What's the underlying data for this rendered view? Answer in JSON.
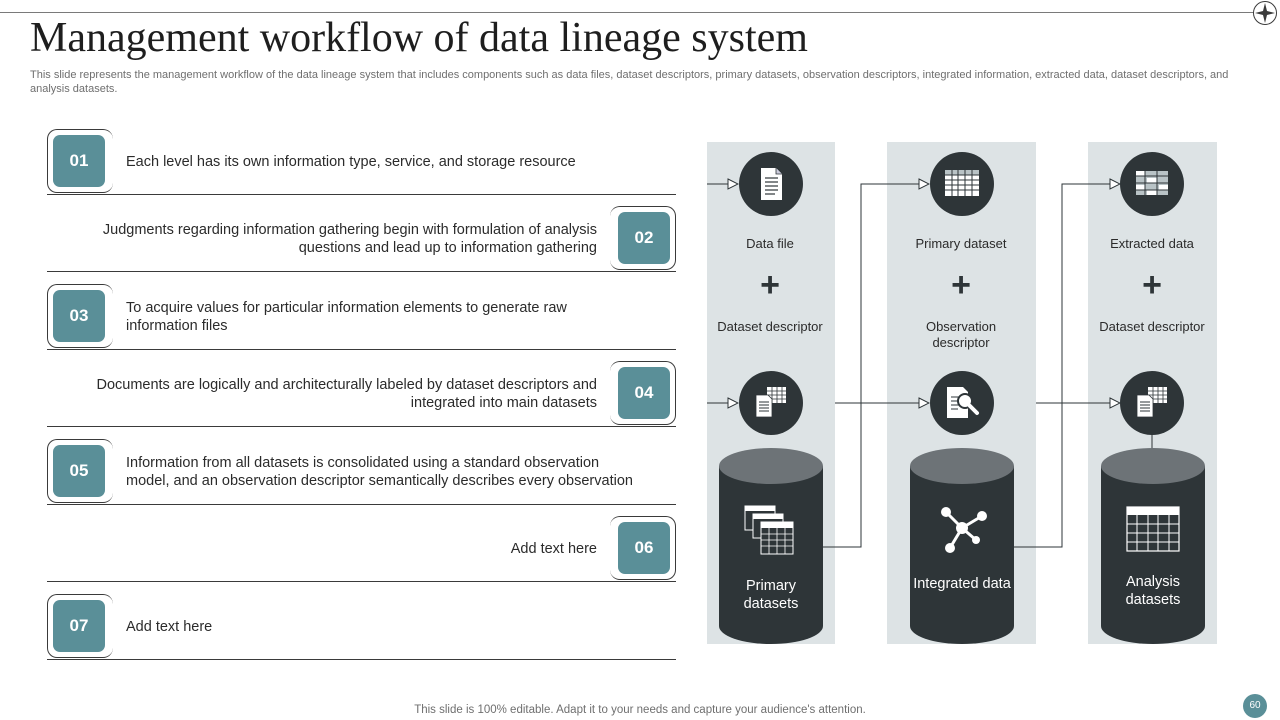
{
  "title": "Management workflow of data lineage system",
  "subtitle": "This slide represents the management workflow of the data lineage system that includes components such as data files, dataset descriptors, primary datasets, observation descriptors, integrated information, extracted data, dataset descriptors, and analysis datasets.",
  "steps": [
    {
      "num": "01",
      "text": "Each level has its own information type, service, and storage resource"
    },
    {
      "num": "02",
      "text": "Judgments regarding information gathering begin with formulation of analysis questions and lead up to information gathering"
    },
    {
      "num": "03",
      "text": "To acquire values for particular information elements to generate raw information files"
    },
    {
      "num": "04",
      "text": "Documents are logically and architecturally labeled by dataset descriptors and integrated into main datasets"
    },
    {
      "num": "05",
      "text": "Information from all datasets is consolidated using a standard observation model, and an observation descriptor semantically describes every observation"
    },
    {
      "num": "06",
      "text": "Add text here"
    },
    {
      "num": "07",
      "text": "Add text here"
    }
  ],
  "columns": [
    {
      "top_label": "Data file",
      "plus": "+",
      "bottom_label": "Dataset descriptor",
      "store_label": "Primary datasets",
      "top_icon": "document-icon",
      "bottom_icon": "dataset-descriptor-icon",
      "store_icon": "stacked-tables-icon"
    },
    {
      "top_label": "Primary dataset",
      "plus": "+",
      "bottom_label": "Observation descriptor",
      "store_label": "Integrated data",
      "top_icon": "table-icon",
      "bottom_icon": "magnifier-document-icon",
      "store_icon": "network-icon"
    },
    {
      "top_label": "Extracted data",
      "plus": "+",
      "bottom_label": "Dataset descriptor",
      "store_label": "Analysis datasets",
      "top_icon": "extracted-table-icon",
      "bottom_icon": "dataset-descriptor-icon",
      "store_icon": "grid-table-icon"
    }
  ],
  "footer": "This slide is 100% editable. Adapt it to your needs and capture your audience's attention.",
  "page_number": "60",
  "colors": {
    "accent": "#5a8f98",
    "dark": "#2e3538",
    "column_bg": "#dde3e5",
    "cylinder_top": "#6d7377"
  }
}
